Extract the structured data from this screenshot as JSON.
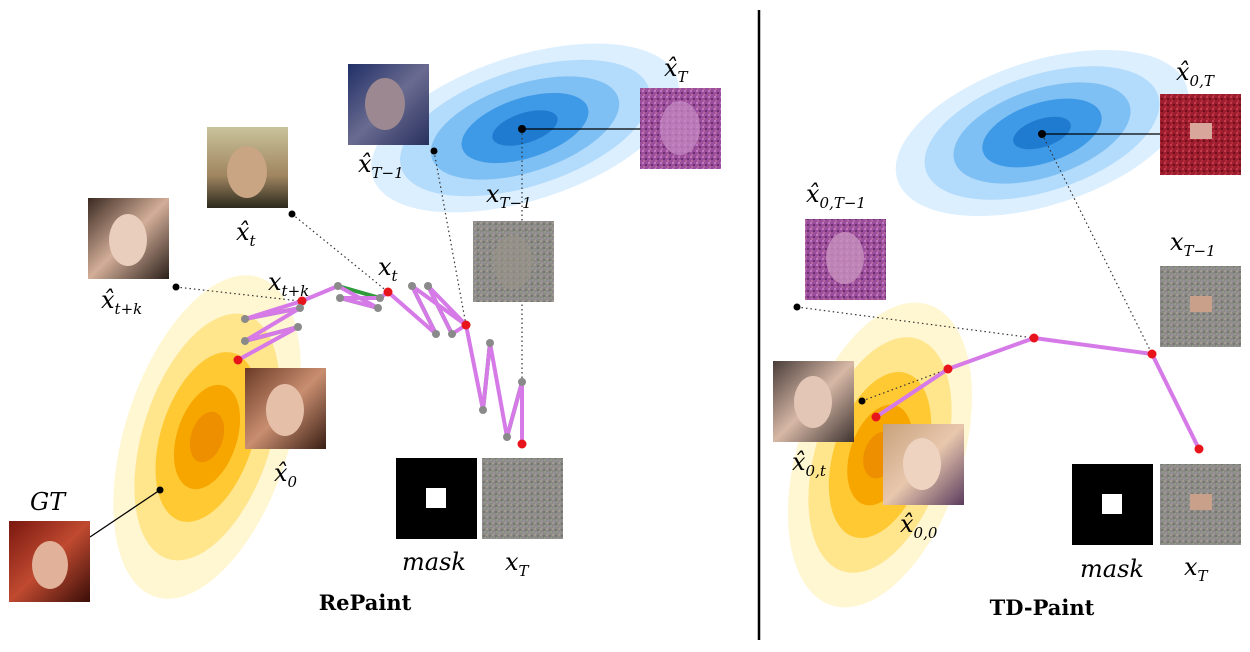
{
  "panels": {
    "left": {
      "title": "RePaint"
    },
    "right": {
      "title": "TD-Paint"
    }
  },
  "labels": {
    "left": {
      "gt": "GT",
      "x0_hat": "x̂",
      "x0_hat_sub": "0",
      "xt_hat": "x̂",
      "xt_hat_sub": "t",
      "xtk_hat": "x̂",
      "xtk_hat_sub": "t+k",
      "xT1_hat": "x̂",
      "xT1_hat_sub": "T−1",
      "xT_hat": "x̂",
      "xT_hat_sub": "T",
      "x_t": "x",
      "x_t_sub": "t",
      "x_tk": "x",
      "x_tk_sub": "t+k",
      "x_T1": "x",
      "x_T1_sub": "T−1",
      "x_T": "x",
      "x_T_sub": "T",
      "mask": "mask"
    },
    "right": {
      "x00_hat": "x̂",
      "x00_hat_sub": "0,0",
      "x0t_hat": "x̂",
      "x0t_hat_sub": "0,t",
      "x0T1_hat": "x̂",
      "x0T1_hat_sub": "0,T−1",
      "x0T_hat": "x̂",
      "x0T_hat_sub": "0,T",
      "x_T1": "x",
      "x_T1_sub": "T−1",
      "x_T": "x",
      "x_T_sub": "T",
      "mask": "mask"
    }
  },
  "colors": {
    "trajectory": "#d67ae8",
    "correction": "#2e9a3a",
    "point_red": "#e8141c",
    "point_gray": "#8a8a8a",
    "blue_dist": [
      "#dcefff",
      "#b3dbfb",
      "#7fc0f4",
      "#3e9ae6",
      "#1f7bcf"
    ],
    "gold_dist": [
      "#fff6d2",
      "#ffe58c",
      "#ffc933",
      "#f7a600",
      "#ee8f00"
    ],
    "divider": "#000000"
  },
  "images": [
    "gt-face-thumbnail",
    "x0-hat-face-thumbnail",
    "xt-hat-face-thumbnail",
    "xtk-hat-face-thumbnail",
    "xT1-hat-face-thumbnail",
    "xT-hat-noisy-thumbnail",
    "xT1-noisy-thumbnail",
    "mask-thumbnail",
    "xT-noise-thumbnail"
  ]
}
